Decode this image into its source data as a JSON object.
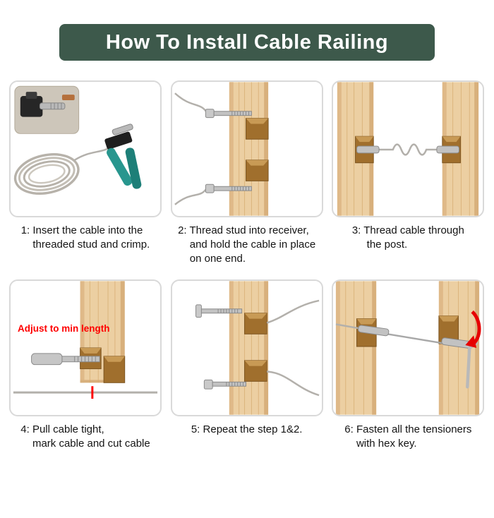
{
  "header": {
    "title": "How To Install Cable Railing"
  },
  "steps": [
    {
      "id": 1,
      "caption": "1: Insert the cable into the\n    threaded stud and crimp."
    },
    {
      "id": 2,
      "caption": "2: Thread stud into receiver,\n    and hold the cable in place\n    on one end."
    },
    {
      "id": 3,
      "caption": "3: Thread cable through\n     the post."
    },
    {
      "id": 4,
      "caption": "4: Pull cable tight,\n    mark cable and cut cable",
      "annotation": "Adjust to min length"
    },
    {
      "id": 5,
      "caption": "5: Repeat the step 1&2."
    },
    {
      "id": 6,
      "caption": "6: Fasten all the tensioners\n    with hex key."
    }
  ],
  "colors": {
    "header_bg": "#3d594b",
    "header_text": "#ffffff",
    "annotation_red": "#ff0000",
    "panel_border": "#d9d9d9",
    "wood": "#eccfa2",
    "notch": "#a06f2d",
    "metal": "#c2c2c2",
    "cable": "#b3b0ab"
  }
}
